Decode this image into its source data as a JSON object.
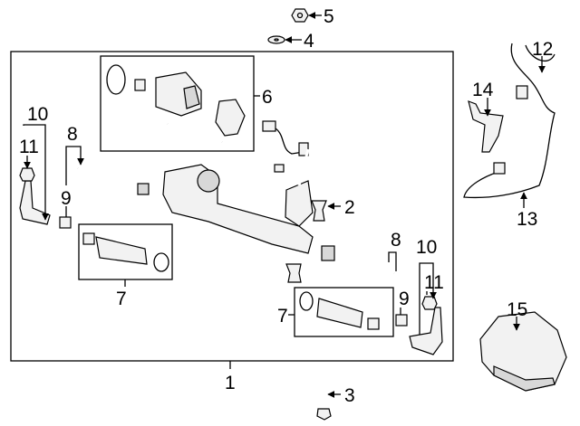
{
  "diagram": {
    "callouts": [
      "5",
      "4",
      "6",
      "12",
      "14",
      "10",
      "11",
      "8",
      "9",
      "2",
      "13",
      "8",
      "10",
      "11",
      "7",
      "7",
      "9",
      "15",
      "1",
      "3"
    ]
  }
}
